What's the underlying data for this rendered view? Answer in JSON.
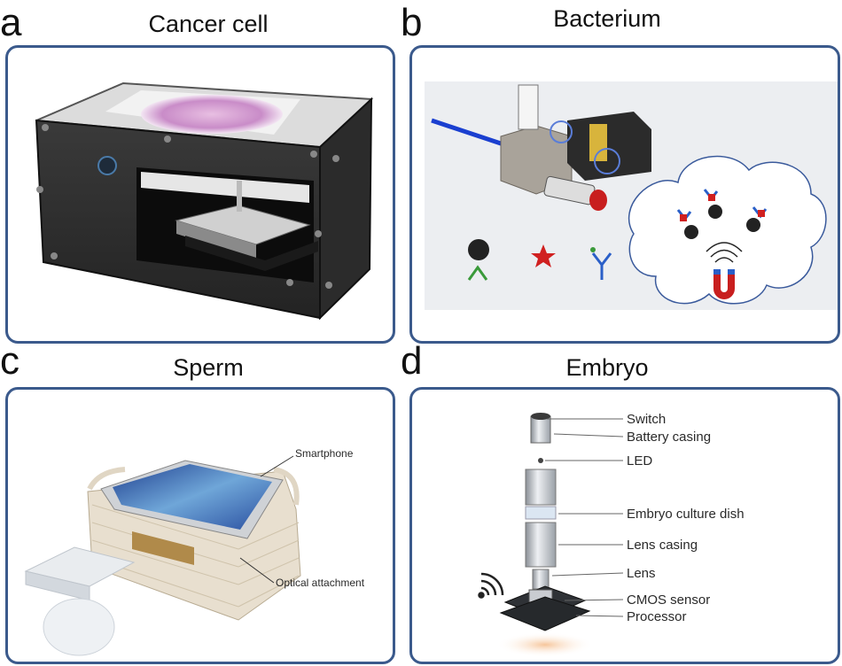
{
  "panels": {
    "a": {
      "letter": "a",
      "title": "Cancer cell"
    },
    "b": {
      "letter": "b",
      "title": "Bacterium"
    },
    "c": {
      "letter": "c",
      "title": "Sperm",
      "labels": {
        "smartphone": "Smartphone",
        "optical": "Optical attachment"
      }
    },
    "d": {
      "letter": "d",
      "title": "Embryo",
      "labels": {
        "switch": "Switch",
        "battery": "Battery casing",
        "led": "LED",
        "dish": "Embryo culture dish",
        "lens_casing": "Lens casing",
        "lens": "Lens",
        "cmos": "CMOS sensor",
        "processor": "Processor"
      }
    }
  },
  "colors": {
    "panel_border": "#3b5a8c"
  }
}
